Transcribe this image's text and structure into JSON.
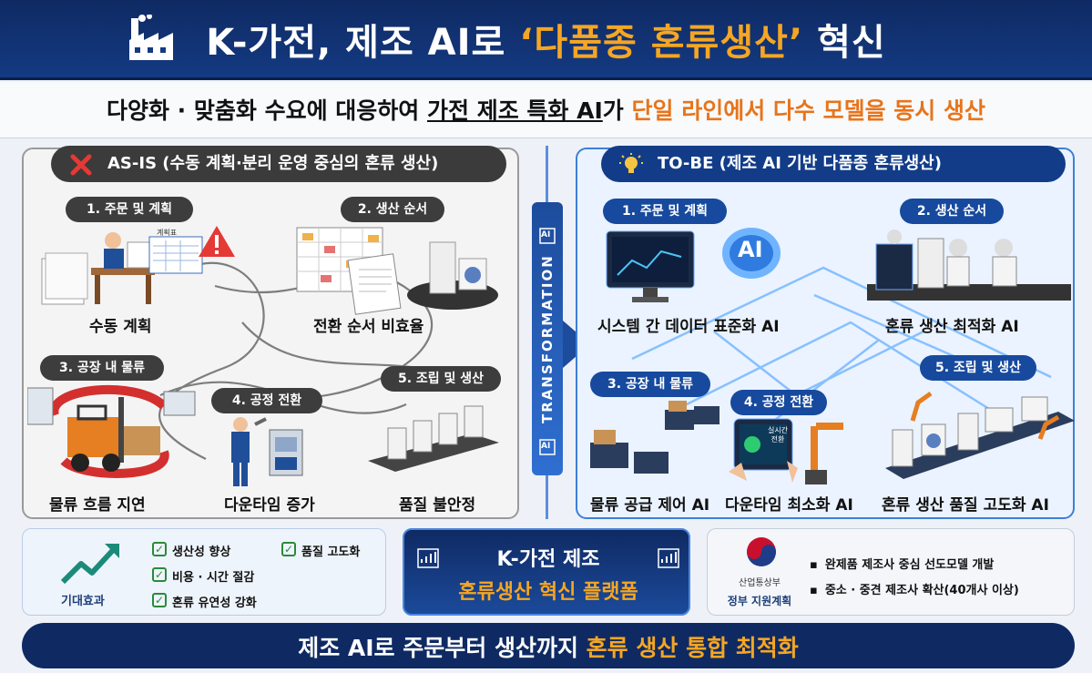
{
  "header": {
    "title_pre": "K-가전, 제조 AI로 ",
    "title_hl": "‘다품종 혼류생산’",
    "title_post": " 혁신",
    "icon": "factory-icon"
  },
  "subtitle": {
    "part1": "다양화 · 맞춤화 수요에 대응하여 ",
    "part2": "가전 제조 특화 AI",
    "part3": "가 ",
    "part4": "단일 라인에서 다수 모델을 동시 생산"
  },
  "asis": {
    "title": "AS-IS (수동 계획·분리 운영 중심의 혼류 생산)",
    "icon": "x-icon",
    "illus_sheet": "계획표",
    "steps": [
      {
        "label": "1. 주문 및 계획",
        "caption": "수동 계획"
      },
      {
        "label": "2. 생산 순서",
        "caption": "전환 순서 비효율"
      },
      {
        "label": "3. 공장 내 물류",
        "caption": "물류 흐름 지연"
      },
      {
        "label": "4. 공정 전환",
        "caption": "다운타임 증가"
      },
      {
        "label": "5. 조립 및 생산",
        "caption": "품질 불안정"
      }
    ]
  },
  "tobe": {
    "title": "TO-BE (제조 AI 기반 다품종 혼류생산)",
    "icon": "lightbulb-icon",
    "ai_badge": "AI",
    "tablet_text": "실시간 전환",
    "steps": [
      {
        "label": "1. 주문 및 계획",
        "caption": "시스템 간 데이터 표준화 AI"
      },
      {
        "label": "2. 생산 순서",
        "caption": "혼류 생산 최적화 AI"
      },
      {
        "label": "3. 공장 내 물류",
        "caption": "물류 공급 제어 AI"
      },
      {
        "label": "4. 공정 전환",
        "caption": "다운타임 최소화 AI"
      },
      {
        "label": "5. 조립 및 생산",
        "caption": "혼류 생산 품질 고도화 AI"
      }
    ]
  },
  "transformation": {
    "label": "TRANSFORMATION",
    "chip": "AI"
  },
  "effects": {
    "label": "기대효과",
    "items": [
      "생산성 향상",
      "품질 고도화",
      "비용 · 시간 절감",
      "혼류 유연성 강화"
    ]
  },
  "platform": {
    "line1": "K-가전 제조",
    "line2": "혼류생산 혁신 플랫폼"
  },
  "gov": {
    "ministry": "산업통상부",
    "plan": "정부 지원계획",
    "items": [
      "완제품 제조사 중심 선도모델 개발",
      "중소 · 중견 제조사 확산(40개사 이상)"
    ]
  },
  "footer": {
    "part1": "제조 AI로 주문부터 생산까지 ",
    "part2": "혼류 생산 통합 최적화"
  },
  "colors": {
    "navy": "#0f2a63",
    "accent_orange": "#f5a623",
    "blue": "#174a9e",
    "gray": "#3d3d3d"
  }
}
